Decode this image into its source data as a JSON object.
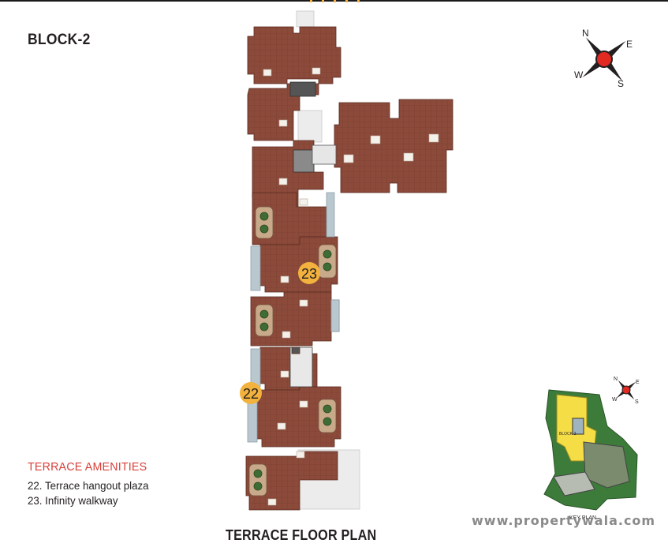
{
  "block_title": "BLOCK-2",
  "plan_title": "TERRACE FLOOR PLAN",
  "amenities": {
    "heading": "TERRACE AMENITIES",
    "items": [
      {
        "number": "22",
        "text": "22. Terrace hangout plaza"
      },
      {
        "number": "23",
        "text": "23. Infinity walkway"
      }
    ]
  },
  "compass": {
    "n": "N",
    "e": "E",
    "s": "S",
    "w": "W"
  },
  "key_plan": {
    "label": "KEY PLAN",
    "block_label": "BLOCK-2"
  },
  "watermark": "www.propertywala.com",
  "colors": {
    "terrace_tile": "#8b4a3a",
    "marker": "#f2b23d",
    "accent_red": "#d7413a",
    "key_highlight": "#f5de45",
    "key_green": "#3d7b3a"
  }
}
